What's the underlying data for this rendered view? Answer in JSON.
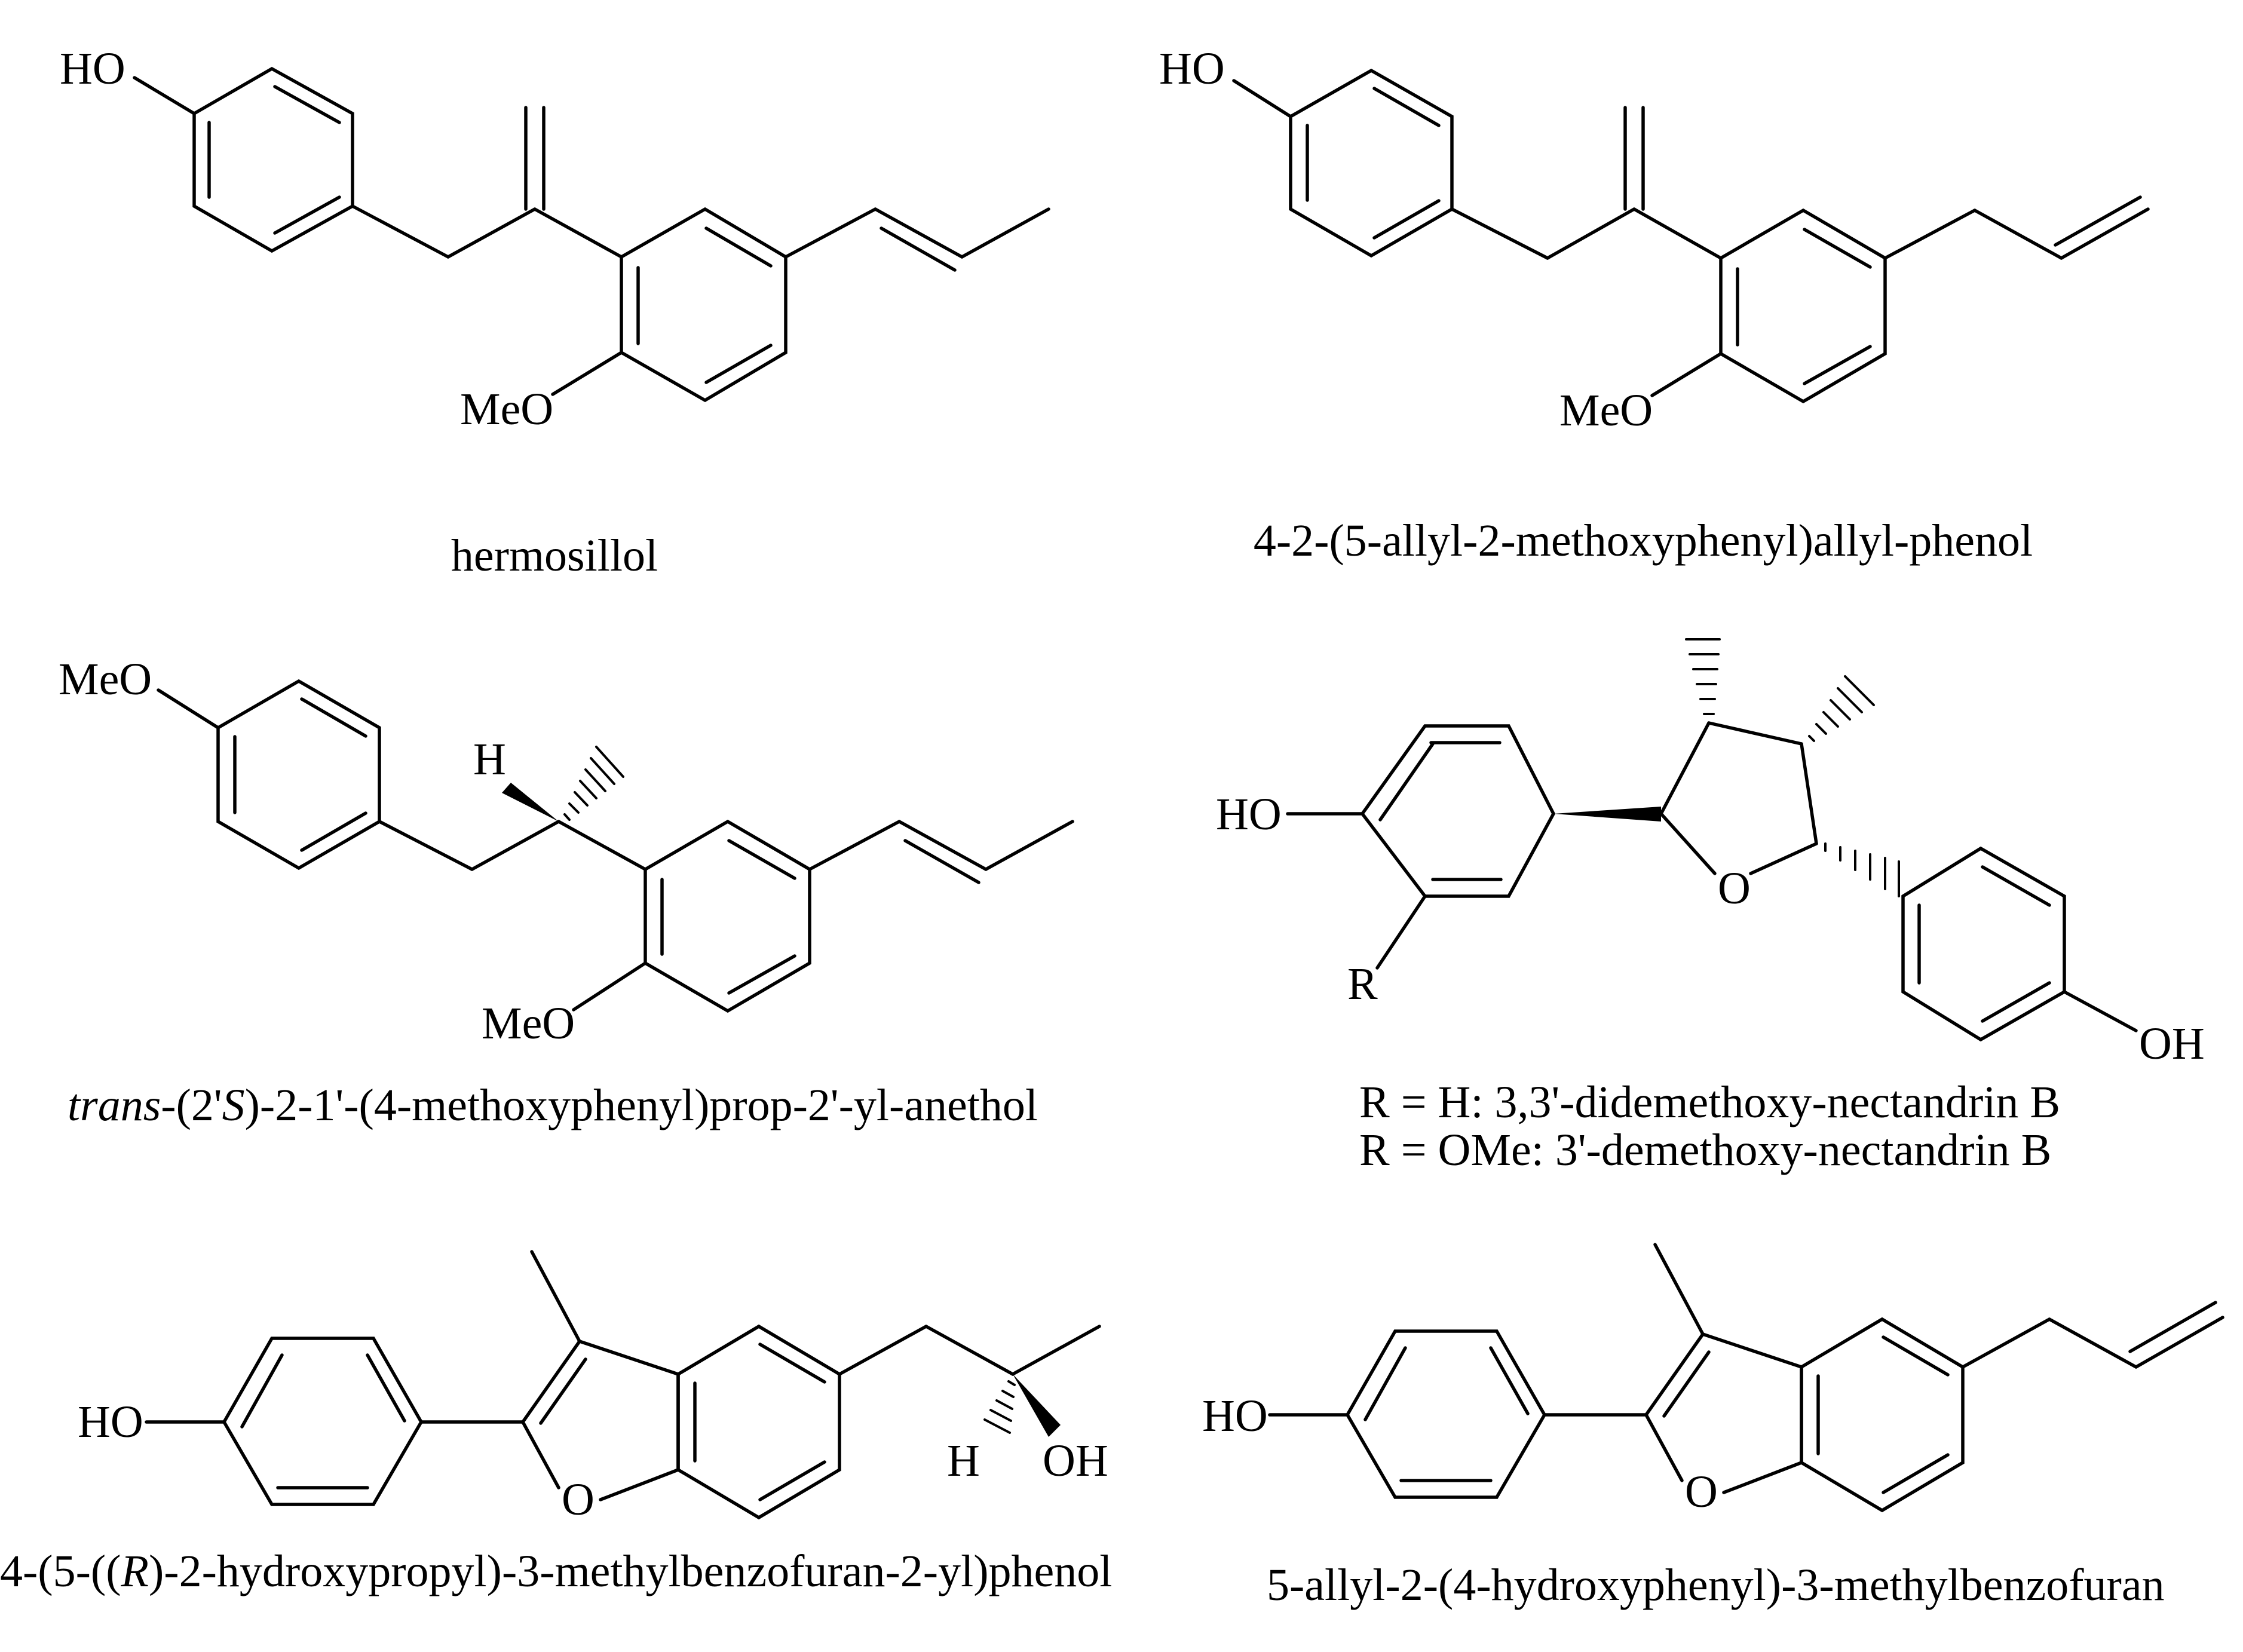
{
  "compounds": [
    {
      "id": "c1",
      "name": "hermosillol",
      "labels": {
        "ho": "HO",
        "meo": "MeO"
      }
    },
    {
      "id": "c2",
      "name": "4-2-(5-allyl-2-methoxyphenyl)allyl-phenol",
      "labels": {
        "ho": "HO",
        "meo": "MeO"
      }
    },
    {
      "id": "c3",
      "name_italic_prefix": "trans",
      "name_mid1": "-(2'",
      "name_italic_s": "S",
      "name_rest": ")-2-1'-(4-methoxyphenyl)prop-2'-yl-anethol",
      "labels": {
        "meo_top": "MeO",
        "h": "H",
        "meo_bottom": "MeO"
      }
    },
    {
      "id": "c4",
      "caption_line1": "R = H: 3,3'-didemethoxy-nectandrin B",
      "caption_line2": "R = OMe: 3'-demethoxy-nectandrin B",
      "labels": {
        "ho": "HO",
        "r": "R",
        "o": "O",
        "oh": "OH"
      }
    },
    {
      "id": "c5",
      "name_pre": "4-(5-((",
      "name_italic_r": "R",
      "name_rest": ")-2-hydroxypropyl)-3-methylbenzofuran-2-yl)phenol",
      "labels": {
        "ho": "HO",
        "o": "O",
        "h": "H",
        "oh": "OH"
      }
    },
    {
      "id": "c6",
      "name": "5-allyl-2-(4-hydroxyphenyl)-3-methylbenzofuran",
      "labels": {
        "ho": "HO",
        "o": "O"
      }
    }
  ]
}
